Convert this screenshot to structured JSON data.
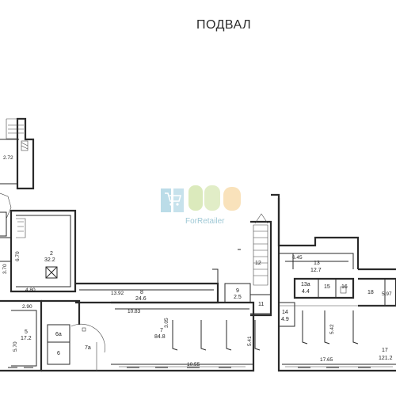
{
  "title": "ПОДВАЛ",
  "watermark": {
    "text": "ForRetailer",
    "color": "#7fb6c8",
    "logo_colors": [
      "#59a9c8",
      "#b0d06a",
      "#f0b24c"
    ]
  },
  "rooms": [
    {
      "id": "r1",
      "label": "2",
      "area": "32.2"
    },
    {
      "id": "r2",
      "label": "5",
      "area": "17.2"
    },
    {
      "id": "r3",
      "label": "6",
      "area": ""
    },
    {
      "id": "r4",
      "label": "6а",
      "area": ""
    },
    {
      "id": "r5",
      "label": "7а",
      "area": ""
    },
    {
      "id": "r6",
      "label": "7",
      "area": "84.8"
    },
    {
      "id": "r7",
      "label": "8",
      "area": "24.6"
    },
    {
      "id": "r8",
      "label": "9",
      "area": "2.5"
    },
    {
      "id": "r9",
      "label": "11",
      "area": ""
    },
    {
      "id": "r10",
      "label": "12",
      "area": ""
    },
    {
      "id": "r11",
      "label": "13",
      "area": "12.7"
    },
    {
      "id": "r12",
      "label": "13а",
      "area": "4.4"
    },
    {
      "id": "r13",
      "label": "14",
      "area": "4.9"
    },
    {
      "id": "r14",
      "label": "15",
      "area": ""
    },
    {
      "id": "r15",
      "label": "16",
      "area": ""
    },
    {
      "id": "r16",
      "label": "17",
      "area": "121.2"
    },
    {
      "id": "r17",
      "label": "18",
      "area": ""
    }
  ],
  "dimensions": [
    "2.72",
    "6.70",
    "4.80",
    "2.90",
    "5.70",
    "13.92",
    "10.83",
    "3.05",
    "10.55",
    "5.41",
    "6.45",
    "5.97",
    "5.42",
    "17.65",
    "3.70"
  ]
}
